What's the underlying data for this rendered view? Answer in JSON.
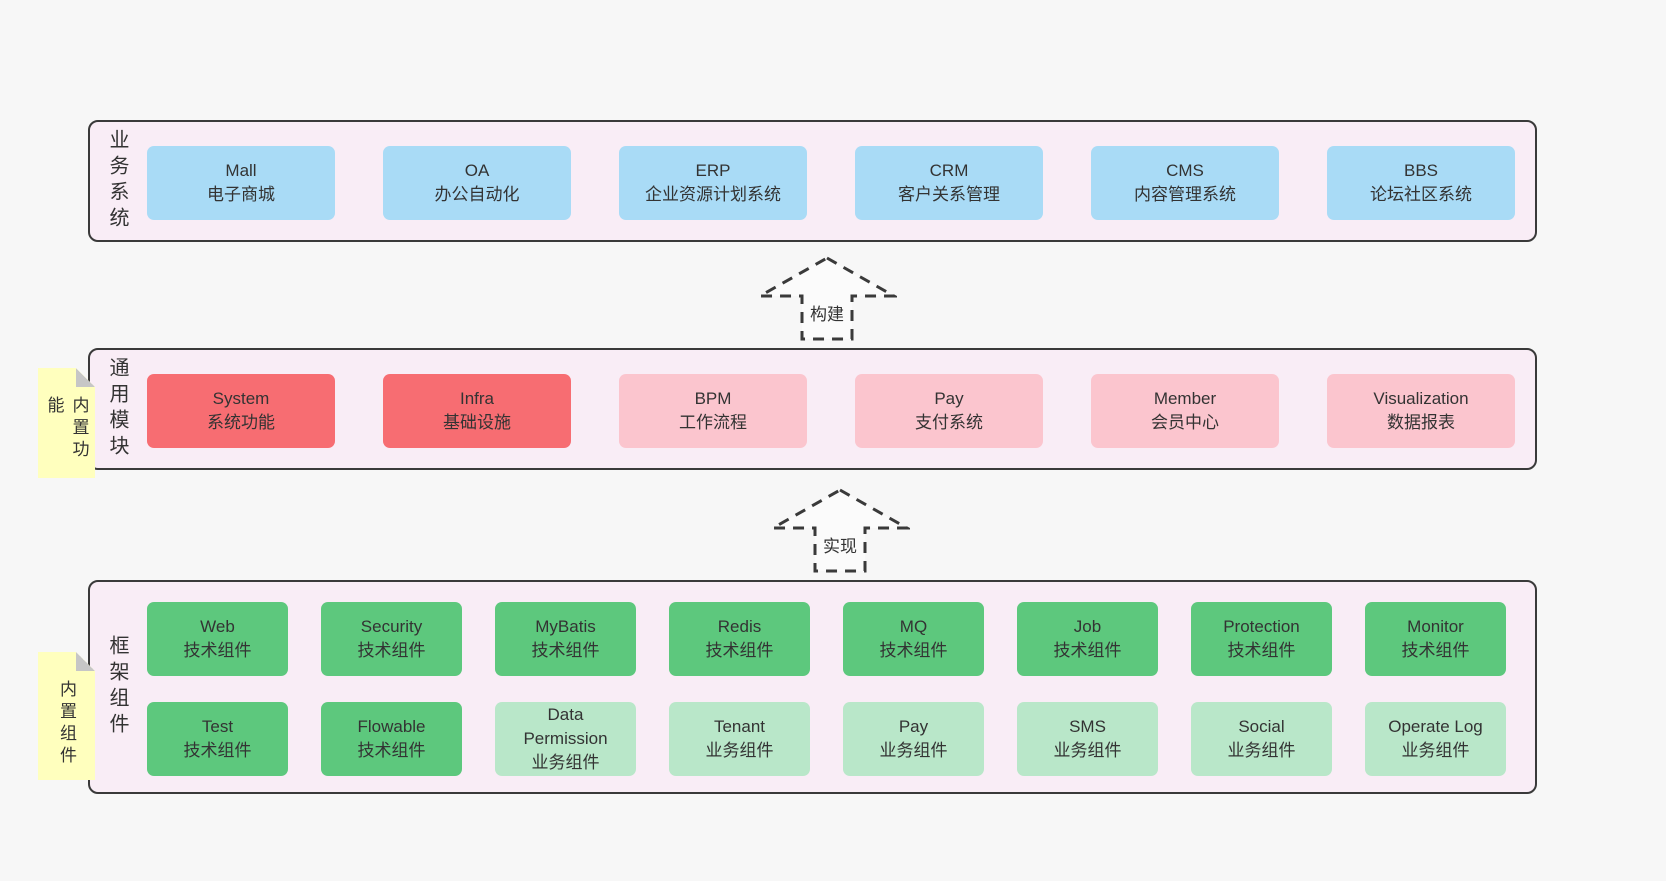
{
  "colors": {
    "page_bg": "#f7f7f7",
    "panel_bg": "#f9edf6",
    "panel_border": "#3a3a3a",
    "blue_box": "#a9dbf6",
    "red_box": "#f76d72",
    "pink_box": "#fbc5ce",
    "green_box": "#5dc87d",
    "light_green_box": "#b9e7c9",
    "sticky_yellow": "#ffffbe",
    "sticky_fold_gray": "#c6c6c6",
    "text": "#333333"
  },
  "sections": {
    "business": {
      "label": "业务系统",
      "boxes": [
        {
          "en": "Mall",
          "cn": "电子商城"
        },
        {
          "en": "OA",
          "cn": "办公自动化"
        },
        {
          "en": "ERP",
          "cn": "企业资源计划系统"
        },
        {
          "en": "CRM",
          "cn": "客户关系管理"
        },
        {
          "en": "CMS",
          "cn": "内容管理系统"
        },
        {
          "en": "BBS",
          "cn": "论坛社区系统"
        }
      ]
    },
    "modules": {
      "label": "通用模块",
      "sticky": "内置功能",
      "boxes": [
        {
          "en": "System",
          "cn": "系统功能"
        },
        {
          "en": "Infra",
          "cn": "基础设施"
        },
        {
          "en": "BPM",
          "cn": "工作流程"
        },
        {
          "en": "Pay",
          "cn": "支付系统"
        },
        {
          "en": "Member",
          "cn": "会员中心"
        },
        {
          "en": "Visualization",
          "cn": "数据报表"
        }
      ]
    },
    "components": {
      "label": "框架组件",
      "sticky": "内置组件",
      "row1": [
        {
          "en": "Web",
          "cn": "技术组件"
        },
        {
          "en": "Security",
          "cn": "技术组件"
        },
        {
          "en": "MyBatis",
          "cn": "技术组件"
        },
        {
          "en": "Redis",
          "cn": "技术组件"
        },
        {
          "en": "MQ",
          "cn": "技术组件"
        },
        {
          "en": "Job",
          "cn": "技术组件"
        },
        {
          "en": "Protection",
          "cn": "技术组件"
        },
        {
          "en": "Monitor",
          "cn": "技术组件"
        }
      ],
      "row2": [
        {
          "en": "Test",
          "cn": "技术组件"
        },
        {
          "en": "Flowable",
          "cn": "技术组件"
        },
        {
          "en": "Data Permission",
          "cn": "业务组件"
        },
        {
          "en": "Tenant",
          "cn": "业务组件"
        },
        {
          "en": "Pay",
          "cn": "业务组件"
        },
        {
          "en": "SMS",
          "cn": "业务组件"
        },
        {
          "en": "Social",
          "cn": "业务组件"
        },
        {
          "en": "Operate Log",
          "cn": "业务组件"
        }
      ]
    }
  },
  "arrows": {
    "build": "构建",
    "implement": "实现"
  }
}
